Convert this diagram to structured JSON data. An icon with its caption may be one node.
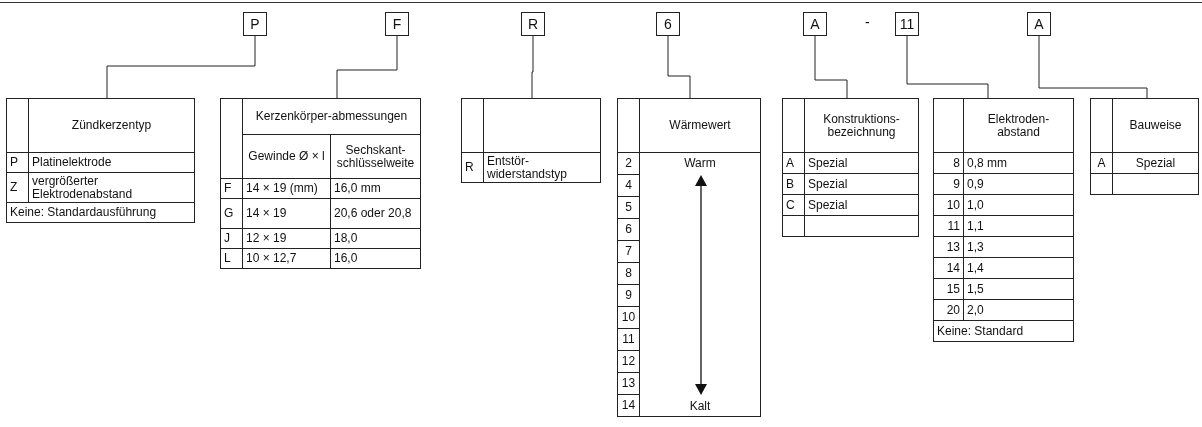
{
  "diagram": {
    "nodes": [
      {
        "text": [
          "P"
        ]
      },
      {
        "text": [
          "F"
        ]
      },
      {
        "text": [
          "R"
        ]
      },
      {
        "text": [
          "6"
        ]
      },
      {
        "text": [
          "A"
        ]
      },
      {
        "text": [
          "11"
        ]
      },
      {
        "text": [
          "A"
        ]
      },
      {
        "text": [
          "Zündkerzentyp",
          "P",
          "Platinelektrode",
          "Z",
          "vergrößerter Elektrodenabstand",
          "Keine: Standardausführung"
        ]
      },
      {
        "text": [
          "Kerzenkörper-abmessungen",
          "Gewinde Ø × l",
          "Sechskant-schlüsselweite",
          "F",
          "14 × 19 (mm)",
          "16,0 mm",
          "G",
          "14 × 19",
          "20,6 oder 20,8",
          "J",
          "12 × 19",
          "18,0",
          "L",
          "10 × 12,7",
          "16,0"
        ]
      },
      {
        "text": [
          "R",
          "Entstör-widerstandstyp"
        ]
      },
      {
        "text": [
          "Wärmewert",
          "2",
          "Warm",
          "4",
          "5",
          "6",
          "7",
          "8",
          "9",
          "10",
          "11",
          "12",
          "13",
          "14",
          "Kalt"
        ]
      },
      {
        "text": [
          "Konstruktions-bezeichnung",
          "A",
          "Spezial",
          "B",
          "Spezial",
          "C",
          "Spezial"
        ]
      },
      {
        "text": [
          "Elektroden-abstand",
          "8",
          "0,8 mm",
          "9",
          "0,9",
          "10",
          "1,0",
          "11",
          "1,1",
          "13",
          "1,3",
          "14",
          "1,4",
          "15",
          "1,5",
          "20",
          "2,0",
          "Keine: Standard"
        ]
      },
      {
        "text": [
          "Bauweise",
          "A",
          "Spezial"
        ]
      }
    ],
    "edges": [
      {
        "from": 0,
        "to": 7,
        "arrow": "none"
      },
      {
        "from": 1,
        "to": 8,
        "arrow": "none"
      },
      {
        "from": 2,
        "to": 9,
        "arrow": "none"
      },
      {
        "from": 3,
        "to": 10,
        "arrow": "none"
      },
      {
        "from": 4,
        "to": 11,
        "arrow": "none"
      },
      {
        "from": 5,
        "to": 12,
        "arrow": "none"
      },
      {
        "from": 6,
        "to": 13,
        "arrow": "none"
      }
    ],
    "labels": [
      "-"
    ]
  }
}
